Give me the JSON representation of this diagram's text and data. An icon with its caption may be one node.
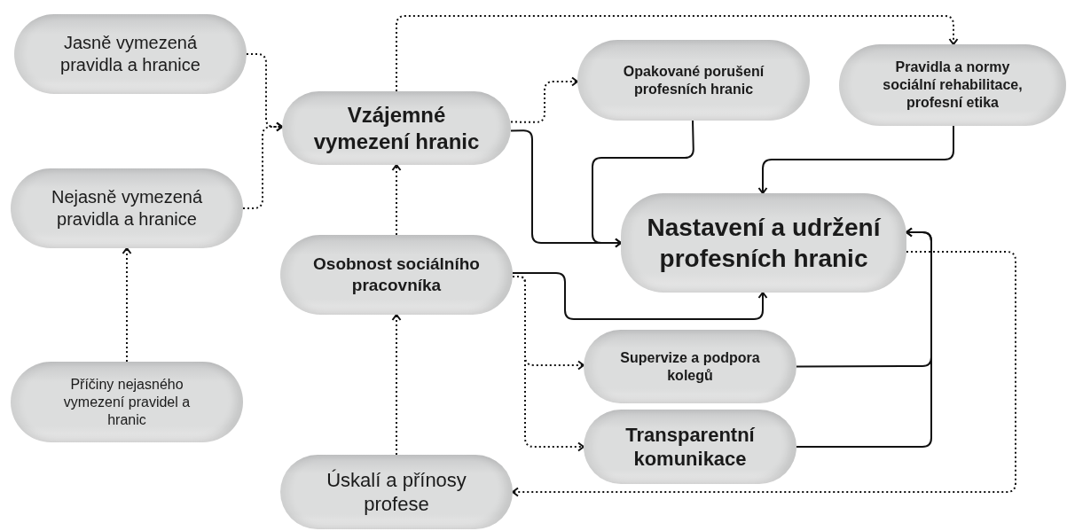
{
  "diagram": {
    "nodes": [
      {
        "text": [
          "Jasně vymezená pravidla a hranice"
        ]
      },
      {
        "text": [
          "Nejasně vymezená pravidla a hranice"
        ]
      },
      {
        "text": [
          "Příčiny nejasného vymezení pravidel a hranic"
        ]
      },
      {
        "text": [
          "Vzájemné vymezení hranic"
        ]
      },
      {
        "text": [
          "Osobnost sociálního pracovníka"
        ]
      },
      {
        "text": [
          "Úskalí a přínosy profese"
        ]
      },
      {
        "text": [
          "Opakované porušení profesních hranic"
        ]
      },
      {
        "text": [
          "Pravidla a normy sociální rehabilitace, profesní etika"
        ]
      },
      {
        "text": [
          "Nastavení a udržení profesních hranic"
        ]
      },
      {
        "text": [
          "Supervize a podpora kolegů"
        ]
      },
      {
        "text": [
          "Transparentní komunikace"
        ]
      }
    ],
    "edges": [
      {
        "from": 0,
        "to": 3,
        "arrow": "to",
        "style": "dashed"
      },
      {
        "from": 1,
        "to": 3,
        "arrow": "to",
        "style": "dashed"
      },
      {
        "from": 2,
        "to": 1,
        "arrow": "to",
        "style": "dashed"
      },
      {
        "from": 4,
        "to": 3,
        "arrow": "to",
        "style": "dashed"
      },
      {
        "from": 5,
        "to": 4,
        "arrow": "to",
        "style": "dashed"
      },
      {
        "from": 3,
        "to": 6,
        "arrow": "to",
        "style": "dashed"
      },
      {
        "from": 3,
        "to": 7,
        "arrow": "to",
        "style": "dashed"
      },
      {
        "from": 3,
        "to": 8,
        "arrow": "to"
      },
      {
        "from": 6,
        "to": 8,
        "arrow": "to"
      },
      {
        "from": 7,
        "to": 8,
        "arrow": "to"
      },
      {
        "from": 4,
        "to": 8,
        "arrow": "to"
      },
      {
        "from": 4,
        "to": 9,
        "arrow": "to",
        "style": "dashed"
      },
      {
        "from": 4,
        "to": 10,
        "arrow": "to",
        "style": "dashed"
      },
      {
        "from": 9,
        "to": 8,
        "arrow": "to"
      },
      {
        "from": 10,
        "to": 8,
        "arrow": "to"
      },
      {
        "from": 8,
        "to": 5,
        "arrow": "to",
        "style": "dashed"
      }
    ]
  }
}
